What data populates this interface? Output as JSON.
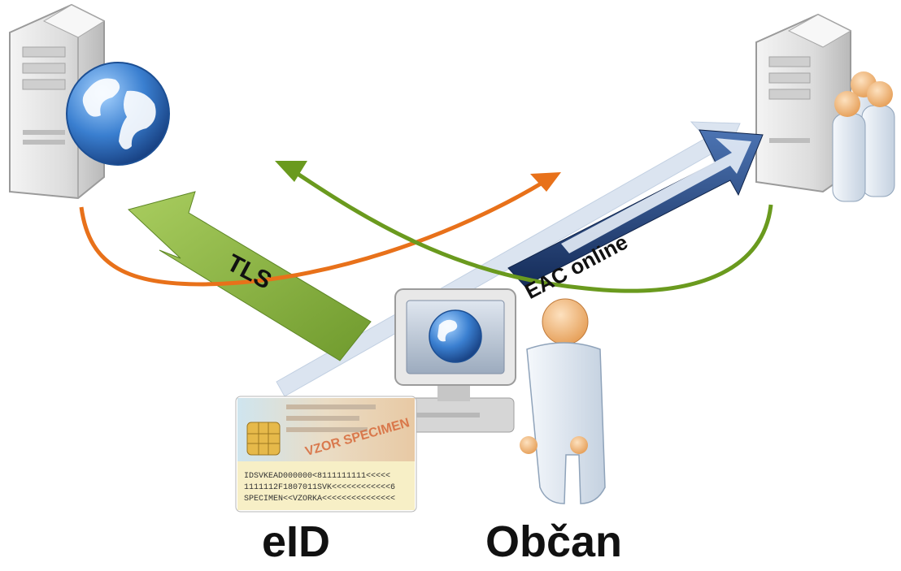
{
  "labels": {
    "tls": "TLS",
    "eac": "EAC online",
    "eid": "eID",
    "citizen": "Občan"
  },
  "card": {
    "watermark": "VZOR SPECIMEN",
    "mrz": [
      "IDSVKEAD000000<8111111111<<<<<",
      "1111112F1807011SVK<<<<<<<<<<<<6",
      "SPECIMEN<<VZORKA<<<<<<<<<<<<<<<"
    ]
  },
  "colors": {
    "tls_arrow": "#8cb43c",
    "eac_arrow": "#1f3f78",
    "orange_curve": "#e8711a",
    "green_curve": "#6a9a1e",
    "server": "#e2e2e2",
    "globe": "#2c6db5"
  }
}
